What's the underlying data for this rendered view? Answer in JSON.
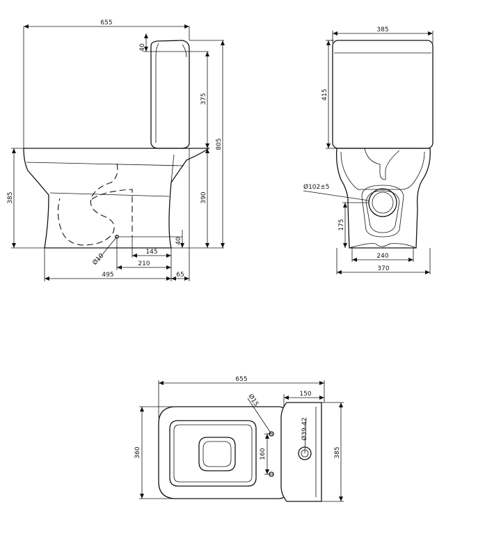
{
  "side_view": {
    "overall_width": "655",
    "cistern_top": "40",
    "cistern_height": "375",
    "total_height": "805",
    "pan_height_left": "385",
    "pan_height_right": "390",
    "floor_clearance": "40",
    "fixing_diameter": "Ø10",
    "fixing_145": "145",
    "fixing_210": "210",
    "base_495": "495",
    "base_65": "65"
  },
  "front_view": {
    "width_top": "385",
    "cistern_height": "415",
    "outlet_diameter": "Ø102±5",
    "outlet_height": "175",
    "base_inner": "240",
    "base_outer": "370"
  },
  "plan_view": {
    "overall_width": "655",
    "cistern_depth": "150",
    "fixing_diameter": "Ø15",
    "hole_diameter": "Ø39-42",
    "fixing_spacing": "160",
    "pan_width": "360",
    "cistern_width": "385"
  }
}
